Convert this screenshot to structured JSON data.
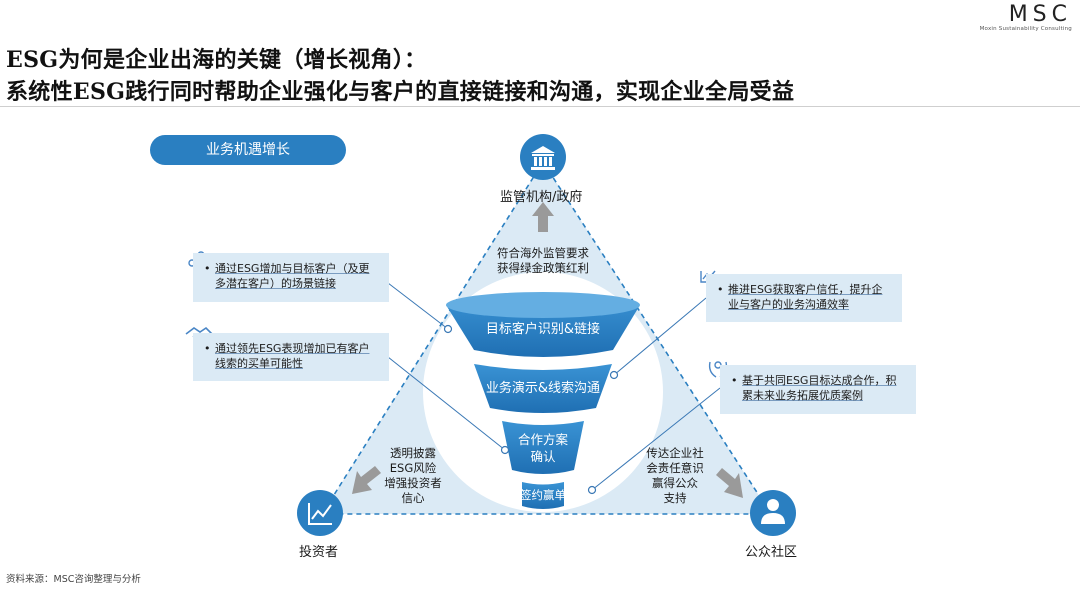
{
  "title_line1": "ESG为何是企业出海的关键（增长视角）：",
  "title_line2": "系统性ESG践行同时帮助企业强化与客户的直接链接和沟通，实现企业全局受益",
  "logo_text": "MSC",
  "logo_sub": "Moxin Sustainability Consulting",
  "pill_label": "业务机遇增长",
  "nodes": {
    "top": "监管机构/政府",
    "left": "投资者",
    "right": "公众社区"
  },
  "top_note": "符合海外监管要求\n获得绿金政策红利",
  "left_edge_note": "透明披露\nESG风险\n增强投资者\n信心",
  "right_edge_note": "传达企业社\n会责任意识\n赢得公众\n支持",
  "funnel": [
    "目标客户识别&链接",
    "业务演示&线索沟通",
    "合作方案\n确认",
    "签约赢单"
  ],
  "notes_left": [
    "通过ESG增加与目标客户（及更多潜在客户）的场景链接",
    "通过领先ESG表现增加已有客户线索的买单可能性"
  ],
  "notes_right": [
    "推进ESG获取客户信任，提升企业与客户的业务沟通效率",
    "基于共同ESG目标达成合作，积累未来业务拓展优质案例"
  ],
  "bullet": "•",
  "source": "资料来源：MSC咨询整理与分析",
  "colors": {
    "accent": "#2a7fc1",
    "light": "#dbeaf5",
    "dark": "#1f6fb3"
  },
  "icons": [
    "bank-icon",
    "chart-icon",
    "person-icon",
    "network-icon",
    "handshake-icon",
    "growth-icon",
    "laurel-icon"
  ]
}
